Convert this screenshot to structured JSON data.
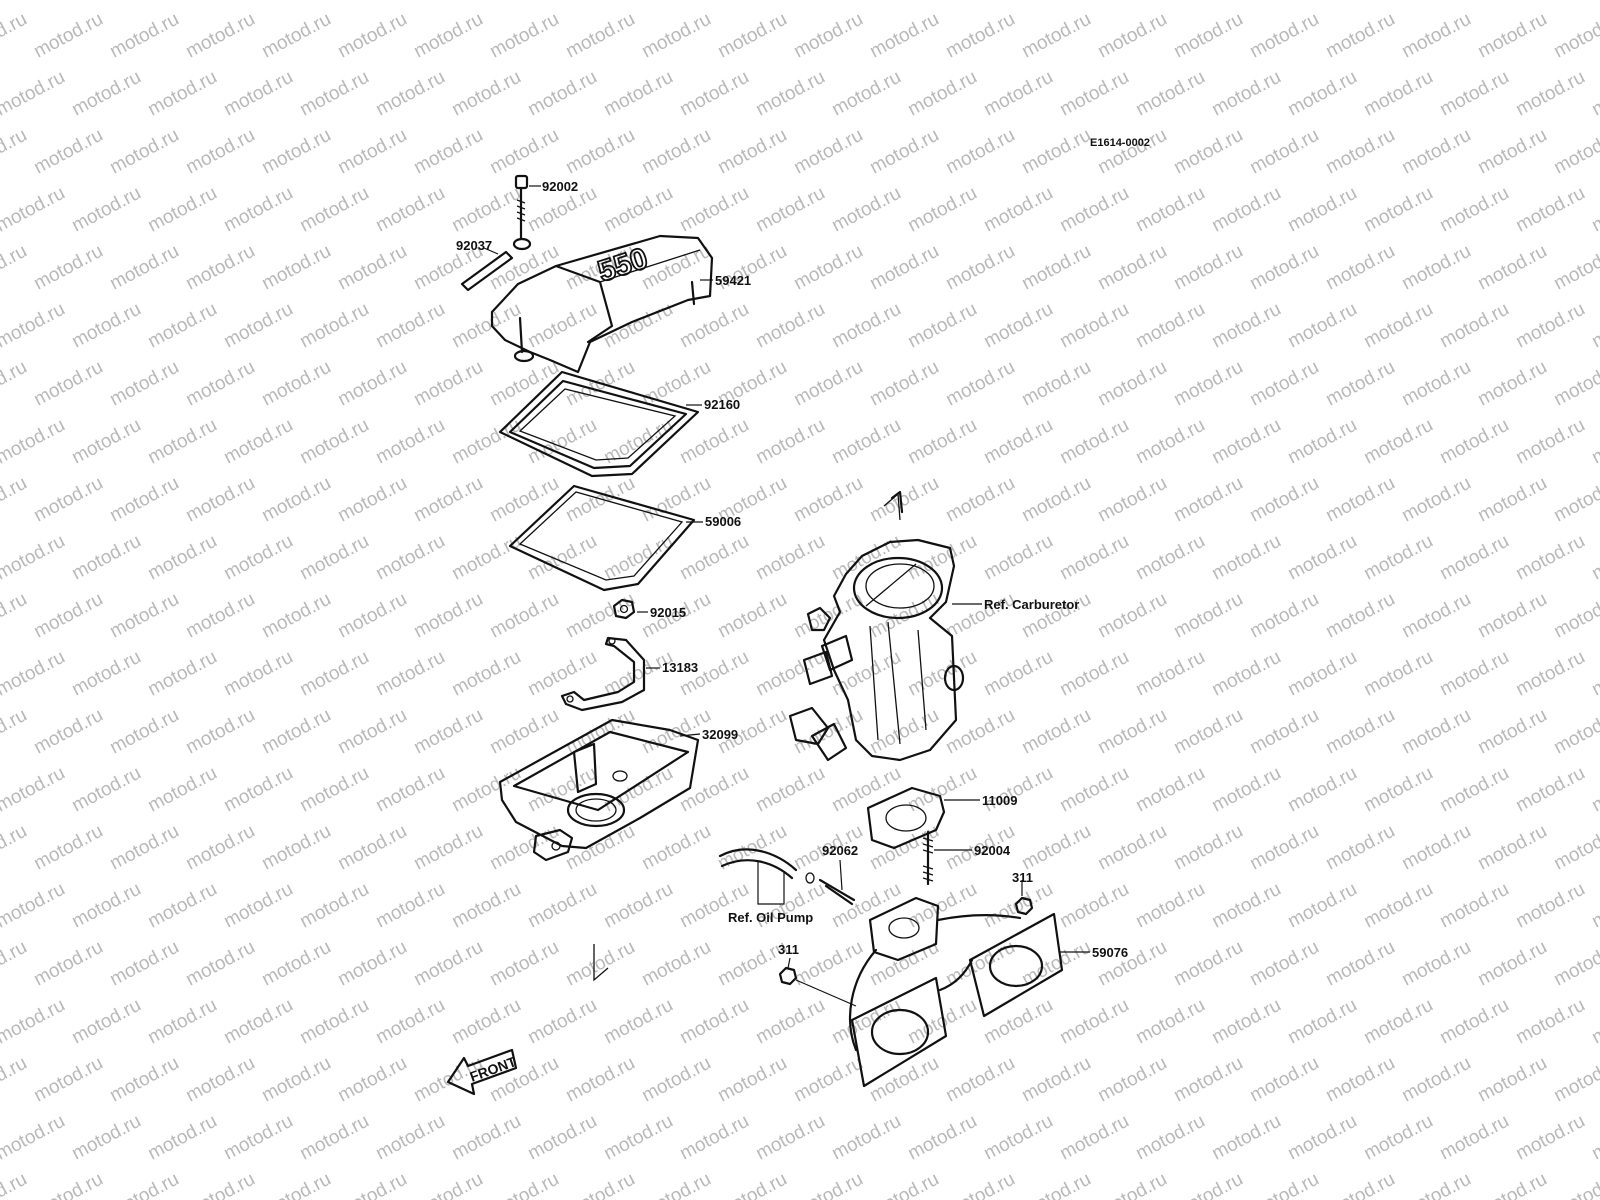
{
  "watermark": {
    "text": "motod.ru"
  },
  "diagram_code": "E1614-0002",
  "front_label": "FRONT",
  "parts": {
    "p92002": "92002",
    "p92037": "92037",
    "p59421": "59421",
    "p92160": "92160",
    "p59006": "59006",
    "p92015": "92015",
    "p13183": "13183",
    "p32099": "32099",
    "p11009": "11009",
    "p92004": "92004",
    "p92062": "92062",
    "p311a": "311",
    "p311b": "311",
    "p59076": "59076"
  },
  "refs": {
    "carburetor": "Ref. Carburetor",
    "oil_pump": "Ref. Oil Pump"
  },
  "cover_logo": "550"
}
